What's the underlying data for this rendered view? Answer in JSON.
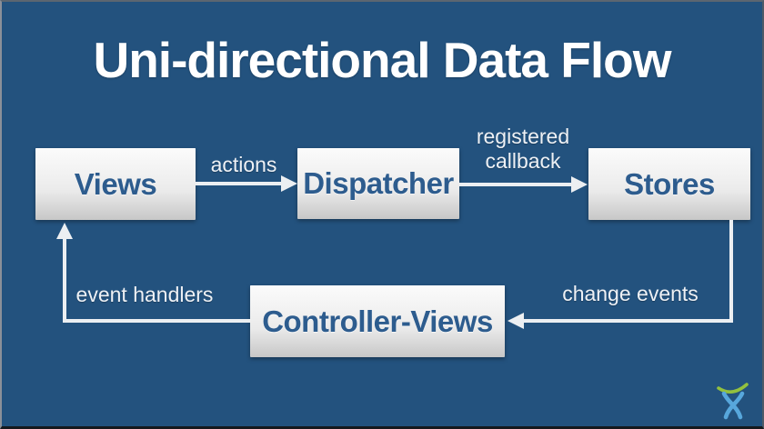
{
  "slide": {
    "title": "Uni-directional Data Flow"
  },
  "diagram": {
    "nodes": [
      {
        "id": "views",
        "label": "Views"
      },
      {
        "id": "dispatcher",
        "label": "Dispatcher"
      },
      {
        "id": "stores",
        "label": "Stores"
      },
      {
        "id": "controller-views",
        "label": "Controller-Views"
      }
    ],
    "edges": [
      {
        "from": "views",
        "to": "dispatcher",
        "label": "actions"
      },
      {
        "from": "dispatcher",
        "to": "stores",
        "label": "registered callback"
      },
      {
        "from": "stores",
        "to": "controller-views",
        "label": "change events"
      },
      {
        "from": "controller-views",
        "to": "views",
        "label": "event handlers"
      }
    ]
  },
  "colors": {
    "background": "#23527E",
    "node_fill_top": "#fbfbfb",
    "node_fill_bottom": "#c7c7c7",
    "node_text": "#2d5c8e",
    "title_text": "#ffffff",
    "arrow": "#ecEFF2",
    "logo_green": "#93c13e",
    "logo_blue": "#57a7dc"
  },
  "logo": {
    "name": "atlassian-logo"
  }
}
